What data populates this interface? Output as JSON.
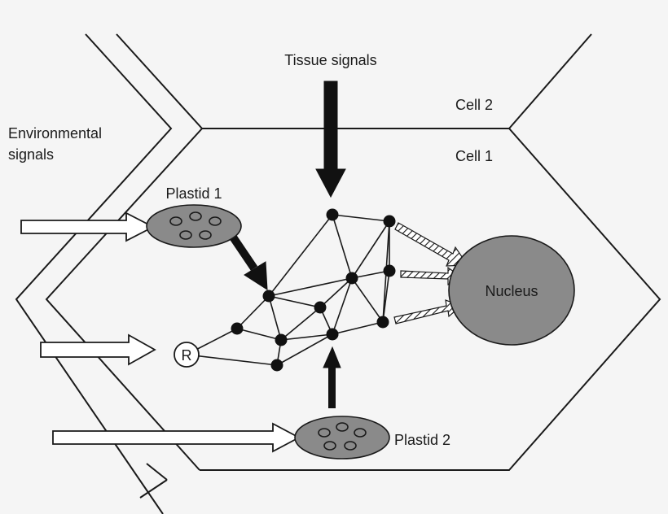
{
  "labels": {
    "tissue_signals": "Tissue signals",
    "cell2": "Cell 2",
    "cell1": "Cell 1",
    "environmental_line1": "Environmental",
    "environmental_line2": "signals",
    "plastid1": "Plastid 1",
    "plastid2": "Plastid 2",
    "nucleus": "Nucleus",
    "receptor": "R"
  },
  "colors": {
    "organelle_fill": "#8a8a8a",
    "line": "#1a1a1a",
    "background": "#f5f5f5"
  }
}
